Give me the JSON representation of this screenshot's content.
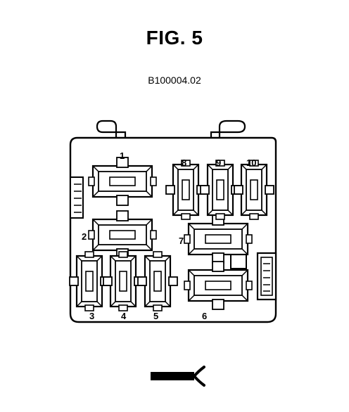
{
  "figure": {
    "title": "FIG. 5",
    "code": "B100004.02"
  },
  "labels": {
    "l1": "1",
    "l2": "2",
    "l3": "3",
    "l4": "4",
    "l5": "5",
    "l6": "6",
    "l7": "7",
    "l8": "8",
    "l9": "9",
    "l10": "10"
  }
}
